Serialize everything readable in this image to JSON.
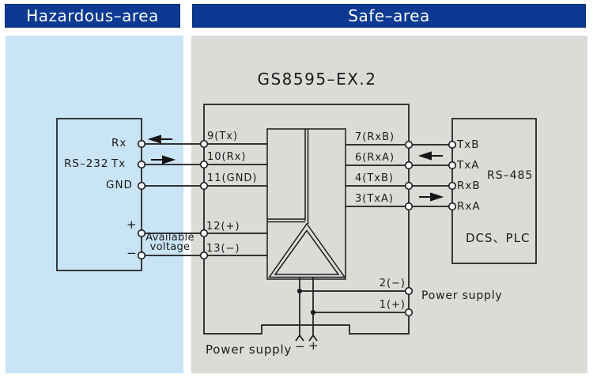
{
  "colors": {
    "header_blue": "#0c3a92",
    "hazardous_bg": "#c9e4f6",
    "safe_bg": "#dbdbd8",
    "line": "#1c1c1c",
    "text": "#1b1b1b",
    "header_text": "#ffffff"
  },
  "headers": {
    "hazardous": "Hazardous–area",
    "safe": "Safe–area"
  },
  "device": {
    "title": "GS8595–EX.2",
    "left_pins": [
      "9(Tx)",
      "10(Rx)",
      "11(GND)",
      "12(+)",
      "13(−)"
    ],
    "right_pins": [
      "7(RxB)",
      "6(RxA)",
      "4(TxB)",
      "3(TxA)"
    ],
    "power_pins": [
      "2(−)",
      "1(+)"
    ]
  },
  "rs232_box": {
    "bus_label": "RS–232",
    "pins": [
      "Rx",
      "Tx",
      "GND"
    ],
    "plus": "+",
    "minus": "−"
  },
  "available_voltage": {
    "line1": "Available",
    "line2": "voltage"
  },
  "rs485_box": {
    "bus_label": "RS–485",
    "pins": [
      "TxB",
      "TxA",
      "RxB",
      "RxA"
    ],
    "system_label": "DCS、PLC"
  },
  "power": {
    "bottom_label": "Power supply",
    "right_label": "Power supply",
    "minus": "−",
    "plus": "+"
  }
}
